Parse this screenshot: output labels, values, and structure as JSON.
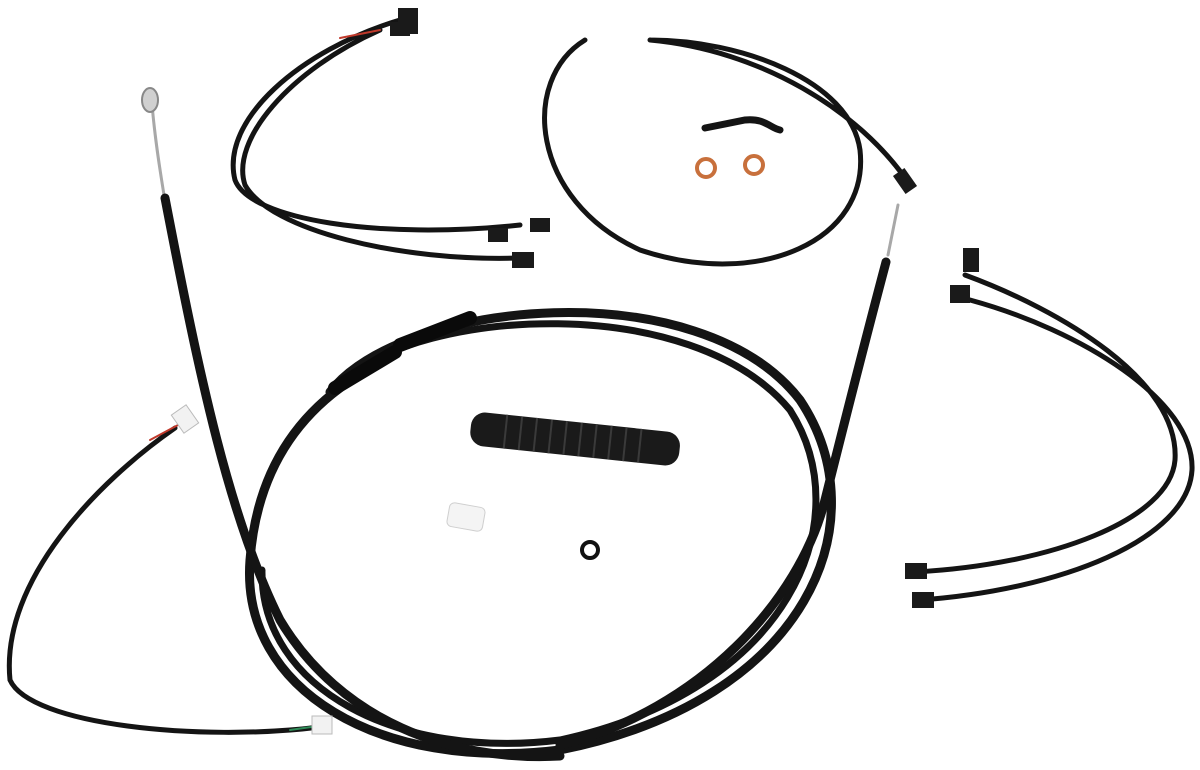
{
  "scene": {
    "background": "#ffffff",
    "colors": {
      "cable": "#141414",
      "cable_highlight": "#3a3a3a",
      "steel": "#a8a8a8",
      "copper": "#c8703c",
      "connector_white": "#f2f2f2",
      "wire_red": "#c0392b",
      "wire_green": "#2e8b57",
      "connector_orange": "#d9542b"
    },
    "items": [
      "handlebar-cable-loop",
      "throttle-cable",
      "clutch-cable",
      "brake-line",
      "wiring-harness-left",
      "wiring-harness-top",
      "wiring-harness-right",
      "rubber-boot",
      "white-sleeve",
      "o-ring",
      "copper-washers",
      "banjo-fitting"
    ]
  }
}
